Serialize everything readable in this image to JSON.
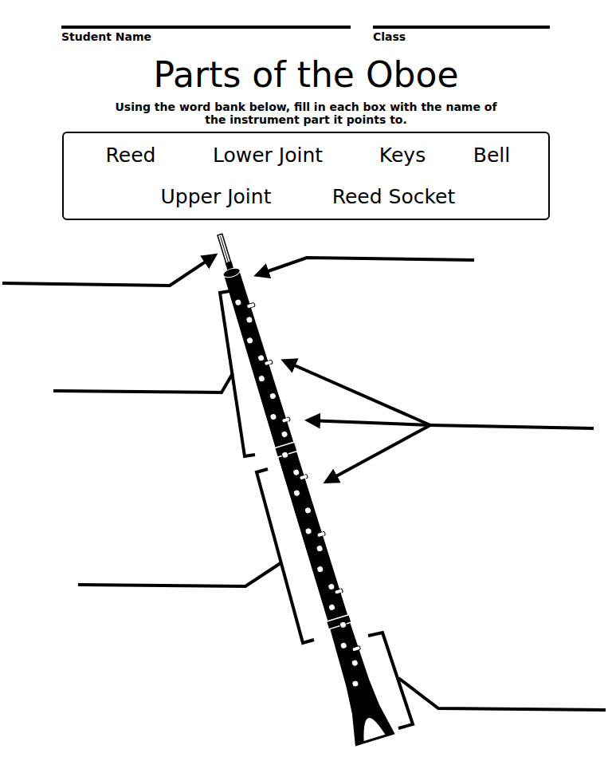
{
  "diagram": {
    "title": "Parts of the Oboe",
    "nodes": [
      {
        "text": [
          "Reed",
          "Lower Joint",
          "Keys",
          "Bell",
          "Upper Joint",
          "Reed Socket"
        ]
      }
    ],
    "labels": [
      "Student Name",
      "Class",
      "Using the word bank below, fill in each box with the name of the instrument part it points to."
    ]
  }
}
